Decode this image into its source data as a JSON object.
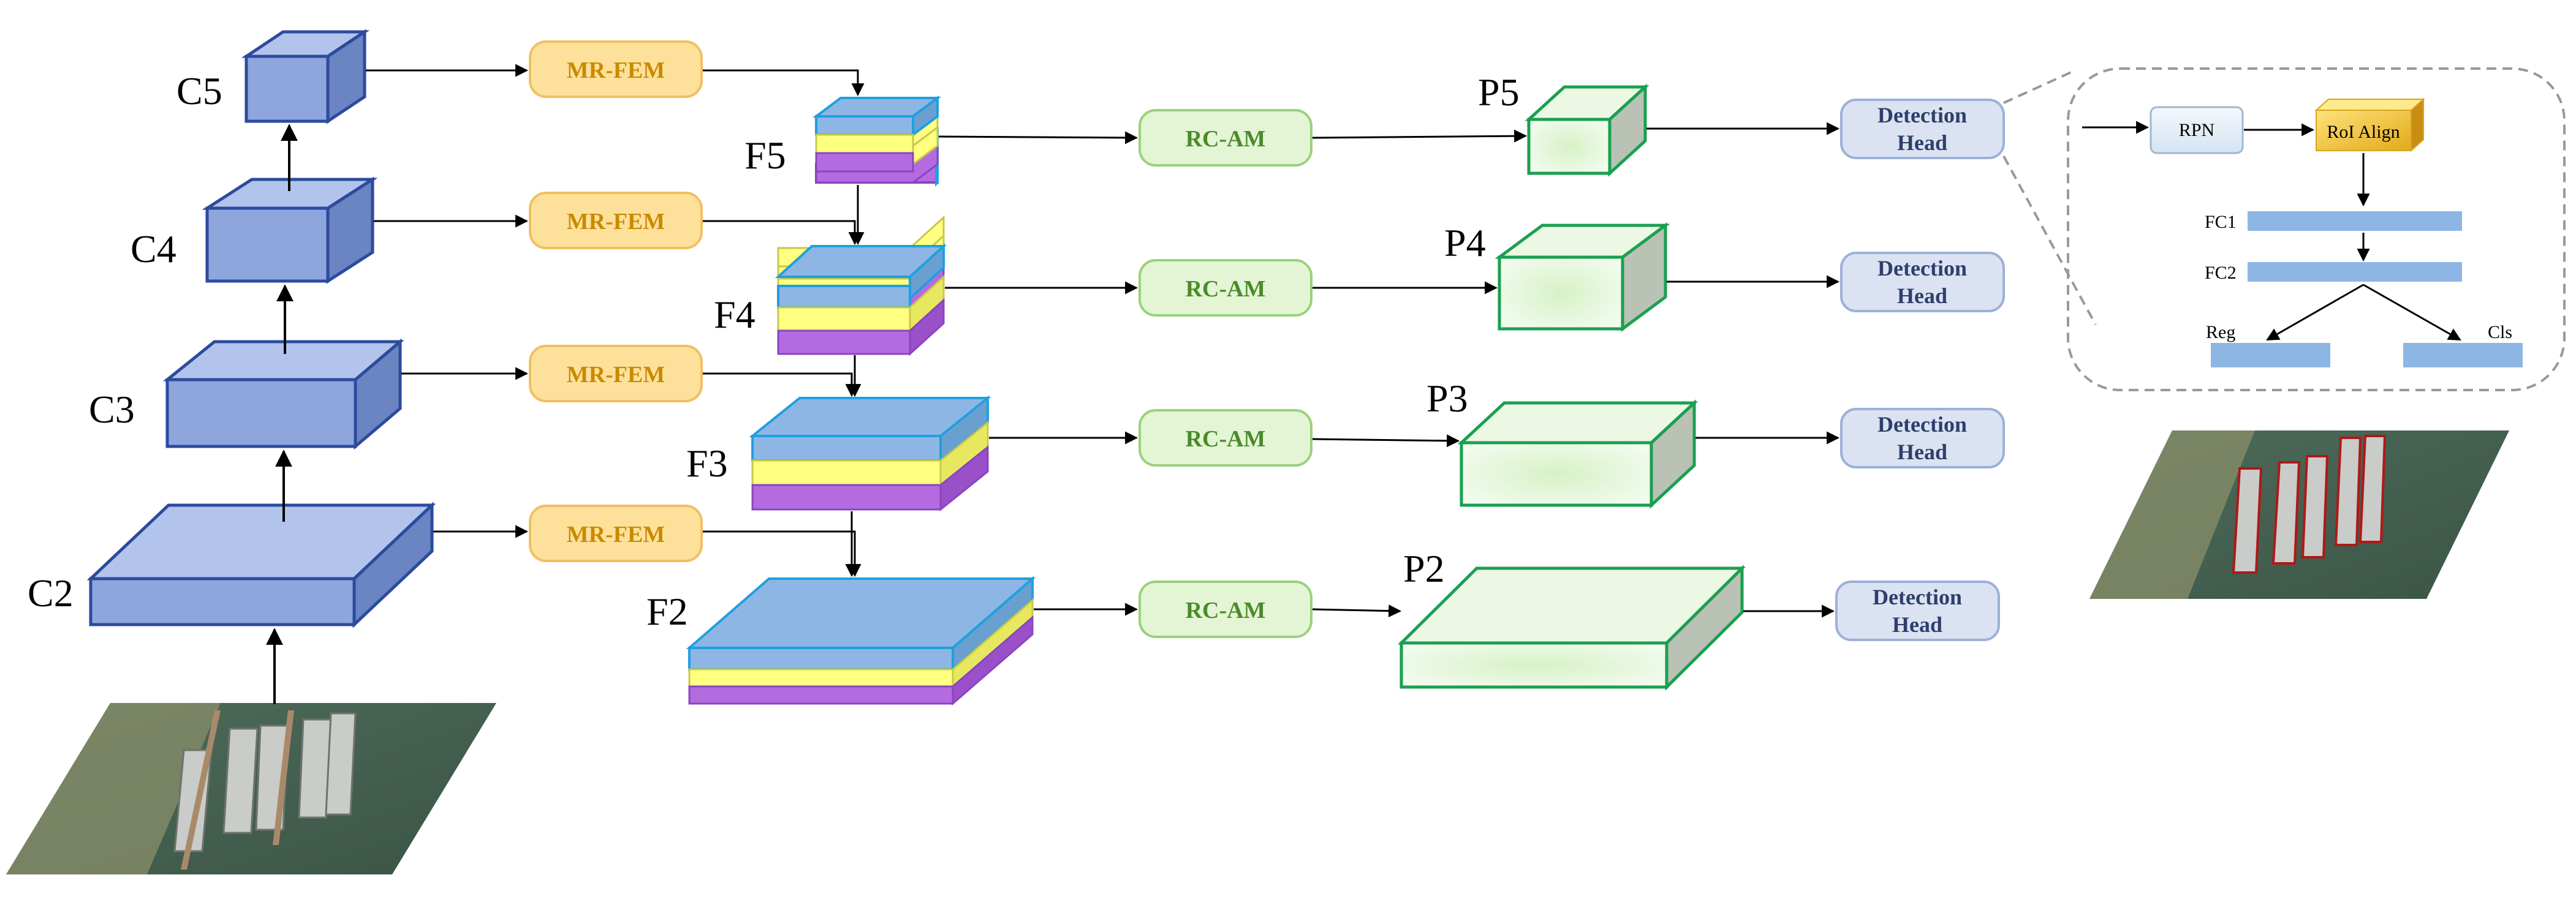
{
  "backbone": {
    "c2": "C2",
    "c3": "C3",
    "c4": "C4",
    "c5": "C5"
  },
  "fpn": {
    "f2": "F2",
    "f3": "F3",
    "f4": "F4",
    "f5": "F5"
  },
  "outputs": {
    "p2": "P2",
    "p3": "P3",
    "p4": "P4",
    "p5": "P5"
  },
  "modules": {
    "mrfem": "MR-FEM",
    "rcam": "RC-AM"
  },
  "detection_head": {
    "line1": "Detection",
    "line2": "Head"
  },
  "head_detail": {
    "rpn": "RPN",
    "roi_align": "RoI Align",
    "fc1": "FC1",
    "fc2": "FC2",
    "reg": "Reg",
    "cls": "Cls"
  },
  "colors": {
    "backbone_fill": "#8fa6dd",
    "backbone_stroke": "#2c4a9e",
    "fpn_top": "#8eb6e4",
    "fpn_mid": "#ffff80",
    "fpn_bottom": "#b56be0",
    "fpn_stroke": "#1ea0e0",
    "mrfem_fill": "#fde19a",
    "rcam_fill": "#e3f5d4",
    "p_stroke": "#1aa050",
    "det_fill": "#dbe3f3"
  }
}
